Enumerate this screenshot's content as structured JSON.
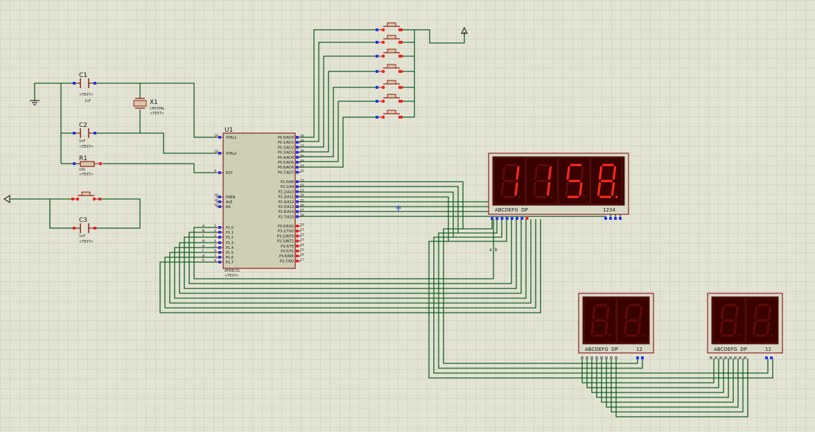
{
  "colors": {
    "background": "#e3e3d3",
    "grid": "#c9c9b8",
    "wire": "#0b5d1e",
    "component": "#8b1a1a",
    "chip_fill": "#cfcfb5",
    "pin_blue": "#2233ee",
    "pin_red": "#ee2222",
    "pin_grey": "#8a8a8a",
    "display_bg": "#3a0000",
    "segment_on": "#ff2a1a",
    "segment_off": "#5e0a0a",
    "text": "#111111",
    "label_small": "#222222"
  },
  "components": {
    "c1": {
      "ref": "C1",
      "text": "<TEXT>",
      "value": "1nF"
    },
    "c2": {
      "ref": "C2",
      "text": "<TEXT>",
      "value": "1nF"
    },
    "c3": {
      "ref": "C3",
      "text": "<TEXT>",
      "value": "1nF"
    },
    "r1": {
      "ref": "R1",
      "text": "<TEXT>",
      "value": "10k"
    },
    "x1": {
      "ref": "X1",
      "type": "CRYSTAL",
      "text": "<TEXT>"
    },
    "u1": {
      "ref": "U1",
      "part": "AT89C51",
      "text": "<TEXT>"
    }
  },
  "u1_left_pins": [
    {
      "num": "19",
      "name": "XTAL1"
    },
    {
      "num": "18",
      "name": "XTAL2"
    },
    {
      "num": "9",
      "name": "RST"
    },
    {
      "num": "29",
      "name": "PSEN"
    },
    {
      "num": "30",
      "name": "ALE"
    },
    {
      "num": "31",
      "name": "EA"
    },
    {
      "num": "1",
      "name": "P1.0"
    },
    {
      "num": "2",
      "name": "P1.1"
    },
    {
      "num": "3",
      "name": "P1.2"
    },
    {
      "num": "4",
      "name": "P1.3"
    },
    {
      "num": "5",
      "name": "P1.4"
    },
    {
      "num": "6",
      "name": "P1.5"
    },
    {
      "num": "7",
      "name": "P1.6"
    },
    {
      "num": "8",
      "name": "P1.7"
    }
  ],
  "u1_right_pins": [
    {
      "num": "39",
      "name": "P0.0/AD0"
    },
    {
      "num": "38",
      "name": "P0.1/AD1"
    },
    {
      "num": "37",
      "name": "P0.2/AD2"
    },
    {
      "num": "36",
      "name": "P0.3/AD3"
    },
    {
      "num": "35",
      "name": "P0.4/AD4"
    },
    {
      "num": "34",
      "name": "P0.5/AD5"
    },
    {
      "num": "33",
      "name": "P0.6/AD6"
    },
    {
      "num": "32",
      "name": "P0.7/AD7"
    },
    {
      "num": "21",
      "name": "P2.0/A8"
    },
    {
      "num": "22",
      "name": "P2.1/A9"
    },
    {
      "num": "23",
      "name": "P2.2/A10"
    },
    {
      "num": "24",
      "name": "P2.3/A11"
    },
    {
      "num": "25",
      "name": "P2.4/A12"
    },
    {
      "num": "26",
      "name": "P2.5/A13"
    },
    {
      "num": "27",
      "name": "P2.6/A14"
    },
    {
      "num": "28",
      "name": "P2.7/A15"
    },
    {
      "num": "10",
      "name": "P3.0/RXD"
    },
    {
      "num": "11",
      "name": "P3.1/TXD"
    },
    {
      "num": "12",
      "name": "P3.2/INT0"
    },
    {
      "num": "13",
      "name": "P3.3/INT1"
    },
    {
      "num": "14",
      "name": "P3.4/T0"
    },
    {
      "num": "15",
      "name": "P3.5/T1"
    },
    {
      "num": "16",
      "name": "P3.6/WR"
    },
    {
      "num": "17",
      "name": "P3.7/RD"
    }
  ],
  "p1_wire_labels": [
    "a",
    "b",
    "c",
    "d",
    "e",
    "f",
    "g",
    "h"
  ],
  "wire_labels_near_display": [
    "a",
    "b"
  ],
  "display_main": {
    "digits": "1158",
    "decimal_point_on_last": true,
    "segment_label": "ABCDEFG  DP",
    "digit_label": "1234"
  },
  "display_small_1": {
    "digits": "88",
    "lit": false,
    "segment_label": "ABCDEFG  DP",
    "digit_label": "12"
  },
  "display_small_2": {
    "digits": "88",
    "lit": false,
    "segment_label": "ABCDEFG  DP",
    "digit_label": "12"
  },
  "pushbutton_count": 7
}
